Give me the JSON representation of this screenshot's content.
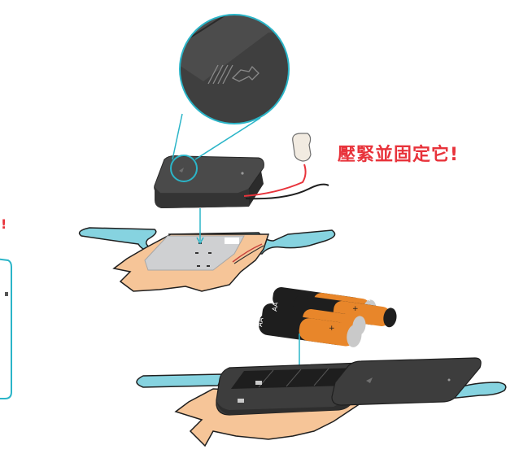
{
  "callout": {
    "text": "壓緊並固定它!",
    "color": "#e8333b"
  },
  "edge_mark": "!",
  "battery_label": "AA",
  "battery_plus": "+",
  "colors": {
    "accent": "#2bb5c8",
    "red": "#e8333b",
    "case": "#3d3d3d",
    "case_top": "#4a4a4a",
    "cardboard": "#f6c598",
    "blue_tab": "#86d3e0",
    "plate": "#cfd0d2",
    "battery_orange": "#e8862a",
    "battery_black": "#1e1e1e"
  },
  "icons": [
    "slide-arrow-icon",
    "magnifier-callout"
  ]
}
